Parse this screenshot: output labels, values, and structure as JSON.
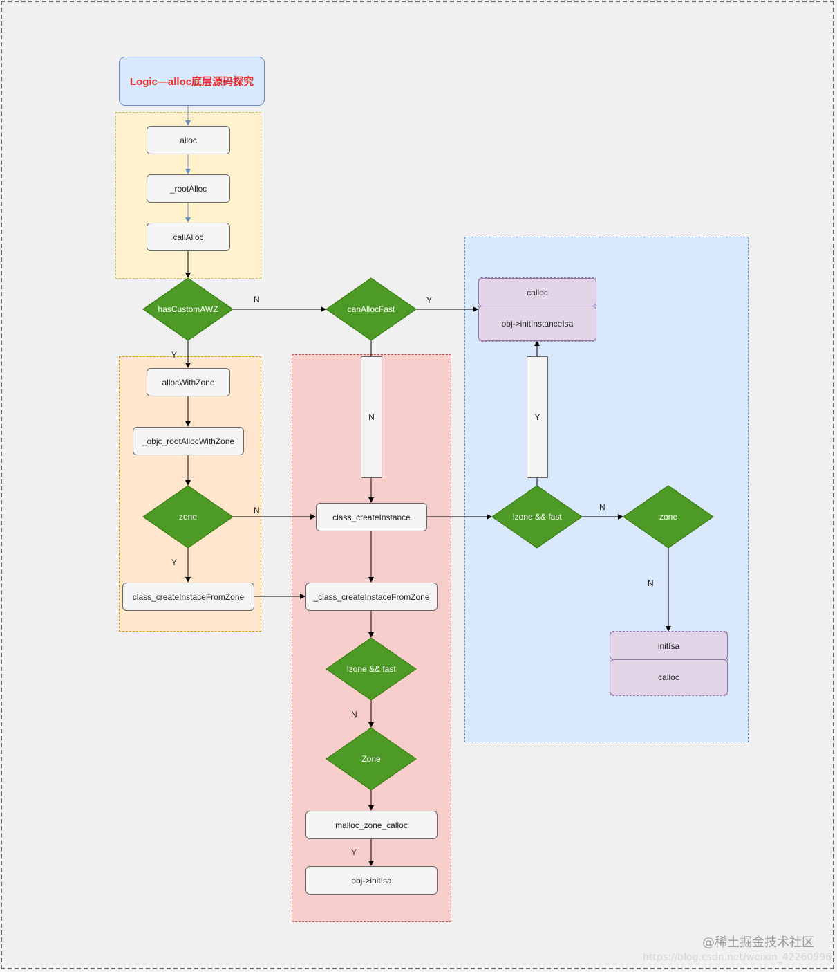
{
  "title": "Logic—alloc底层源码探究",
  "nodes": {
    "alloc": "alloc",
    "rootAlloc": "_rootAlloc",
    "callAlloc": "callAlloc",
    "hasCustomAWZ": "hasCustomAWZ",
    "canAllocFast": "canAllocFast",
    "calloc_top": "calloc",
    "initInstanceIsa": "obj->initInstanceIsa",
    "allocWithZone": "allocWithZone",
    "objc_rootAllocWithZone": "_objc_rootAllocWithZone",
    "zone_left": "zone",
    "class_createInstaceFromZone": "class_createInstaceFromZone",
    "class_createInstance": "class_createInstance",
    "_class_createInstaceFromZone": "_class_createInstaceFromZone",
    "notZoneFast_center": "!zone && fast",
    "Zone_center": "Zone",
    "malloc_zone_calloc": "malloc_zone_calloc",
    "obj_initIsa": "obj->initIsa",
    "notZoneFast_right": "!zone && fast",
    "zone_right": "zone",
    "initIsa": "initIsa",
    "calloc_bottom": "calloc"
  },
  "edge_labels": {
    "hasCustomAWZ_N": "N",
    "hasCustomAWZ_Y": "Y",
    "canAllocFast_Y": "Y",
    "canAllocFast_N": "N",
    "zone_left_N": "N",
    "zone_left_Y": "Y",
    "notZoneFast_center_N": "N",
    "malloc_Y": "Y",
    "notZoneFast_right_Y": "Y",
    "notZoneFast_right_N": "N",
    "zone_right_N": "N"
  },
  "watermark": {
    "line1": "@稀土掘金技术社区",
    "line2": "https://blog.csdn.net/weixin_42260996"
  },
  "colors": {
    "decision": "#4d9a27",
    "title_text": "#ee2a2a"
  }
}
